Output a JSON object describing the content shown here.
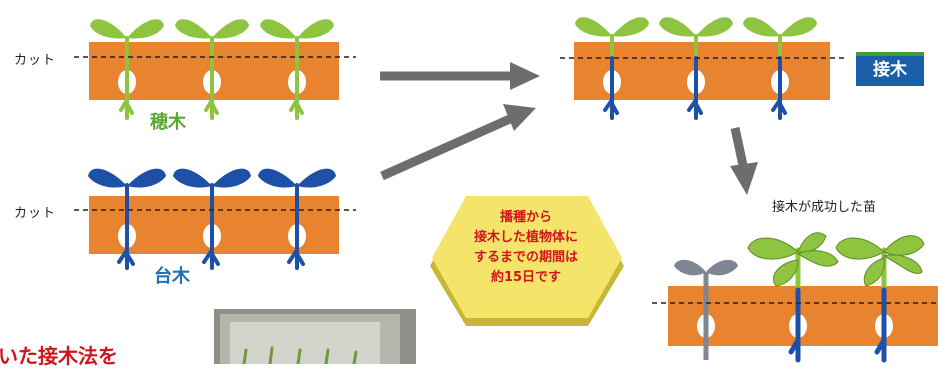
{
  "labels": {
    "cut_top": "カット",
    "cut_bottom": "カット",
    "scion": "穂木",
    "rootstock": "台木",
    "graft": "接木",
    "success_seedling": "接木が成功した苗",
    "period_line1": "播種から",
    "period_line2": "接木した植物体に",
    "period_line3": "するまでの期間は",
    "period_line4": "約15日です",
    "bottom_partial": "いた接木法を"
  },
  "colors": {
    "tray_orange": "#e8832f",
    "scion_green": "#8ec43f",
    "rootstock_blue": "#1e50a8",
    "arrow_gray": "#6d6d6d",
    "hex_yellow": "#f4e46a",
    "accent_red": "#d0161d",
    "withered_gray": "#7f8592"
  }
}
